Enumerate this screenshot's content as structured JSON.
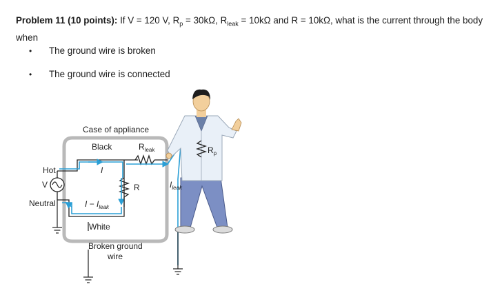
{
  "problem": {
    "heading": "Problem 11 (10 points):",
    "text_1": " If V = 120 V, R",
    "sub_p": "p",
    "text_2": " = 30kΩ, R",
    "sub_leak": "leak",
    "text_3": " = 10kΩ and R = 10kΩ, what is the current through the body when"
  },
  "bullets": [
    "The ground wire is broken",
    "The ground wire is connected"
  ],
  "figure": {
    "case_label": "Case of appliance",
    "black_label": "Black",
    "rleak_R": "R",
    "rleak_sub": "leak",
    "hot_label": "Hot",
    "v_label": "V",
    "neutral_label": "Neutral",
    "i_label": "I",
    "r_label": "R",
    "i_minus_label": "I − I",
    "i_minus_sub": "leak",
    "ileak_I": "I",
    "ileak_sub": "leak",
    "white_label": "White",
    "broken_1": "Broken ground",
    "broken_2": "wire",
    "rp_R": "R",
    "rp_sub": "p"
  },
  "colors": {
    "wire": "#2a9fd6",
    "case": "#b9b9b9",
    "shirt": "#e9f0f8",
    "pants": "#7c8fc4",
    "skin": "#f2cf9c"
  }
}
